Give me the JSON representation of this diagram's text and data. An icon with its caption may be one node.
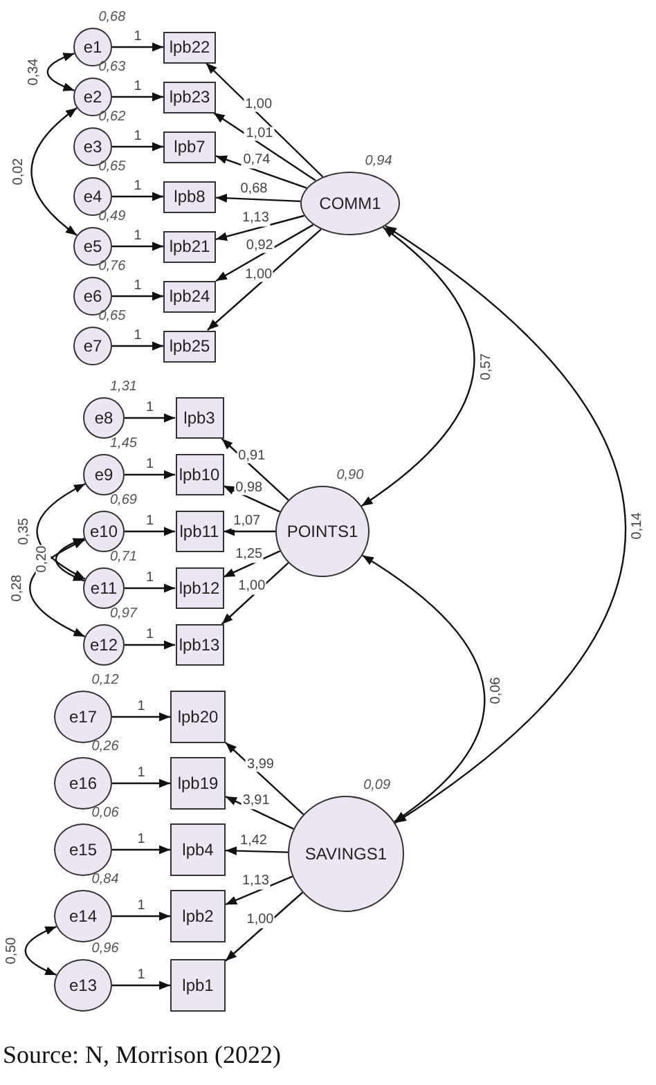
{
  "diagram": {
    "caption": "Source: N, Morrison (2022)",
    "nodes": [
      {
        "text": [
          "e1"
        ],
        "beside": [
          "0,68"
        ]
      },
      {
        "text": [
          "e2"
        ],
        "beside": [
          "0,63"
        ]
      },
      {
        "text": [
          "e3"
        ],
        "beside": [
          "0,62"
        ]
      },
      {
        "text": [
          "e4"
        ],
        "beside": [
          "0,65"
        ]
      },
      {
        "text": [
          "e5"
        ],
        "beside": [
          "0,49"
        ]
      },
      {
        "text": [
          "e6"
        ],
        "beside": [
          "0,76"
        ]
      },
      {
        "text": [
          "e7"
        ],
        "beside": [
          "0,65"
        ]
      },
      {
        "text": [
          "lpb22"
        ]
      },
      {
        "text": [
          "lpb23"
        ]
      },
      {
        "text": [
          "lpb7"
        ]
      },
      {
        "text": [
          "lpb8"
        ]
      },
      {
        "text": [
          "lpb21"
        ]
      },
      {
        "text": [
          "lpb24"
        ]
      },
      {
        "text": [
          "lpb25"
        ]
      },
      {
        "text": [
          "COMM1"
        ],
        "beside": [
          "0,94"
        ]
      },
      {
        "text": [
          "e8"
        ],
        "beside": [
          "1,31"
        ]
      },
      {
        "text": [
          "e9"
        ],
        "beside": [
          "1,45"
        ]
      },
      {
        "text": [
          "e10"
        ],
        "beside": [
          "0,69"
        ]
      },
      {
        "text": [
          "e11"
        ],
        "beside": [
          "0,71"
        ]
      },
      {
        "text": [
          "e12"
        ],
        "beside": [
          "0,97"
        ]
      },
      {
        "text": [
          "lpb3"
        ]
      },
      {
        "text": [
          "lpb10"
        ]
      },
      {
        "text": [
          "lpb11"
        ]
      },
      {
        "text": [
          "lpb12"
        ]
      },
      {
        "text": [
          "lpb13"
        ]
      },
      {
        "text": [
          "POINTS1"
        ],
        "beside": [
          "0,90"
        ]
      },
      {
        "text": [
          "e17"
        ],
        "beside": [
          "0,12"
        ]
      },
      {
        "text": [
          "e16"
        ],
        "beside": [
          "0,26"
        ]
      },
      {
        "text": [
          "e15"
        ],
        "beside": [
          "0,06"
        ]
      },
      {
        "text": [
          "e14"
        ],
        "beside": [
          "0,84"
        ]
      },
      {
        "text": [
          "e13"
        ],
        "beside": [
          "0,96"
        ]
      },
      {
        "text": [
          "lpb20"
        ]
      },
      {
        "text": [
          "lpb19"
        ]
      },
      {
        "text": [
          "lpb4"
        ]
      },
      {
        "text": [
          "lpb2"
        ]
      },
      {
        "text": [
          "lpb1"
        ]
      },
      {
        "text": [
          "SAVINGS1"
        ],
        "beside": [
          "0,09"
        ]
      }
    ],
    "edges": [
      {
        "from": 0,
        "to": 7,
        "arrow": "to",
        "label": "1"
      },
      {
        "from": 1,
        "to": 8,
        "arrow": "to",
        "label": "1"
      },
      {
        "from": 2,
        "to": 9,
        "arrow": "to",
        "label": "1"
      },
      {
        "from": 3,
        "to": 10,
        "arrow": "to",
        "label": "1"
      },
      {
        "from": 4,
        "to": 11,
        "arrow": "to",
        "label": "1"
      },
      {
        "from": 5,
        "to": 12,
        "arrow": "to",
        "label": "1"
      },
      {
        "from": 6,
        "to": 13,
        "arrow": "to",
        "label": "1"
      },
      {
        "from": 14,
        "to": 7,
        "arrow": "to",
        "label": "1,00"
      },
      {
        "from": 14,
        "to": 8,
        "arrow": "to",
        "label": "1,01"
      },
      {
        "from": 14,
        "to": 9,
        "arrow": "to",
        "label": "0,74"
      },
      {
        "from": 14,
        "to": 10,
        "arrow": "to",
        "label": "0,68"
      },
      {
        "from": 14,
        "to": 11,
        "arrow": "to",
        "label": "1,13"
      },
      {
        "from": 14,
        "to": 12,
        "arrow": "to",
        "label": "0,92"
      },
      {
        "from": 14,
        "to": 13,
        "arrow": "to",
        "label": "1,00"
      },
      {
        "from": 0,
        "to": 1,
        "arrow": "both",
        "label": "0,34"
      },
      {
        "from": 1,
        "to": 4,
        "arrow": "both",
        "label": "0,02"
      },
      {
        "from": 15,
        "to": 20,
        "arrow": "to",
        "label": "1"
      },
      {
        "from": 16,
        "to": 21,
        "arrow": "to",
        "label": "1"
      },
      {
        "from": 17,
        "to": 22,
        "arrow": "to",
        "label": "1"
      },
      {
        "from": 18,
        "to": 23,
        "arrow": "to",
        "label": "1"
      },
      {
        "from": 19,
        "to": 24,
        "arrow": "to",
        "label": "1"
      },
      {
        "from": 25,
        "to": 20,
        "arrow": "to",
        "label": "0,91"
      },
      {
        "from": 25,
        "to": 21,
        "arrow": "to",
        "label": "0,98"
      },
      {
        "from": 25,
        "to": 22,
        "arrow": "to",
        "label": "1,07"
      },
      {
        "from": 25,
        "to": 23,
        "arrow": "to",
        "label": "1,25"
      },
      {
        "from": 25,
        "to": 24,
        "arrow": "to",
        "label": "1,00"
      },
      {
        "from": 16,
        "to": 18,
        "arrow": "both",
        "label": "0,35"
      },
      {
        "from": 17,
        "to": 18,
        "arrow": "both",
        "label": "0,20"
      },
      {
        "from": 17,
        "to": 19,
        "arrow": "both",
        "label": "0,28"
      },
      {
        "from": 26,
        "to": 31,
        "arrow": "to",
        "label": "1"
      },
      {
        "from": 27,
        "to": 32,
        "arrow": "to",
        "label": "1"
      },
      {
        "from": 28,
        "to": 33,
        "arrow": "to",
        "label": "1"
      },
      {
        "from": 29,
        "to": 34,
        "arrow": "to",
        "label": "1"
      },
      {
        "from": 30,
        "to": 35,
        "arrow": "to",
        "label": "1"
      },
      {
        "from": 36,
        "to": 31,
        "arrow": "to",
        "label": "3,99"
      },
      {
        "from": 36,
        "to": 32,
        "arrow": "to",
        "label": "3,91"
      },
      {
        "from": 36,
        "to": 33,
        "arrow": "to",
        "label": "1,42"
      },
      {
        "from": 36,
        "to": 34,
        "arrow": "to",
        "label": "1,13"
      },
      {
        "from": 36,
        "to": 35,
        "arrow": "to",
        "label": "1,00"
      },
      {
        "from": 29,
        "to": 30,
        "arrow": "both",
        "label": "0,50"
      },
      {
        "from": 14,
        "to": 25,
        "arrow": "both",
        "label": "0,57"
      },
      {
        "from": 25,
        "to": 36,
        "arrow": "both",
        "label": "0,06"
      },
      {
        "from": 14,
        "to": 36,
        "arrow": "both",
        "label": "0,14"
      }
    ]
  }
}
